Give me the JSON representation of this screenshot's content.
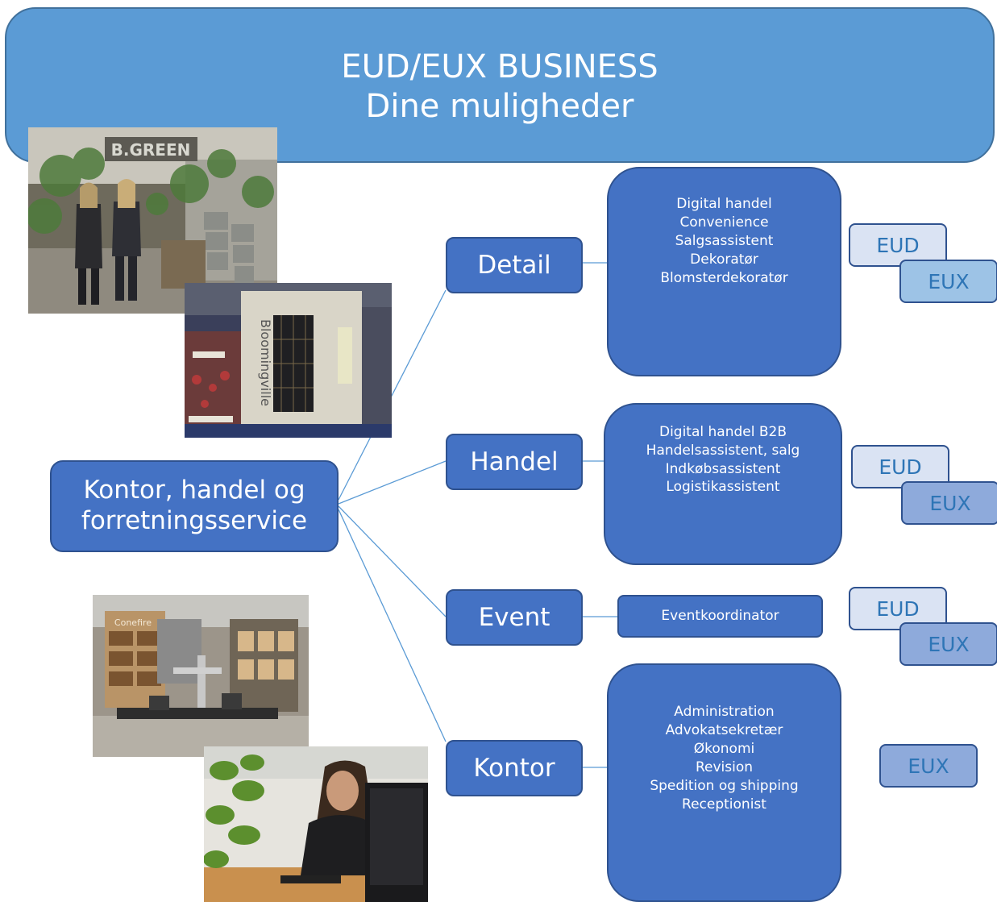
{
  "title": {
    "line1": "EUD/EUX BUSINESS",
    "line2": "Dine muligheder"
  },
  "root": {
    "line1": "Kontor, handel og",
    "line2": "forretningsservice"
  },
  "categories": [
    {
      "label": "Detail",
      "items": [
        "Digital handel",
        "Convenience",
        "Salgsassistent",
        "Dekoratør",
        "Blomsterdekoratør"
      ],
      "tags": [
        "EUD",
        "EUX"
      ]
    },
    {
      "label": "Handel",
      "items": [
        "Digital handel B2B",
        "Handelsassistent, salg",
        "Indkøbsassistent",
        "Logistikassistent"
      ],
      "tags": [
        "EUD",
        "EUX"
      ]
    },
    {
      "label": "Event",
      "items": [
        "Eventkoordinator"
      ],
      "tags": [
        "EUD",
        "EUX"
      ]
    },
    {
      "label": "Kontor",
      "items": [
        "Administration",
        "Advokatsekretær",
        "Økonomi",
        "Revision",
        "Spedition og shipping",
        "Receptionist"
      ],
      "tags": [
        "EUX"
      ]
    }
  ],
  "photos": {
    "photo1_sign": "B.GREEN",
    "photo2_sign": "Bloomingville",
    "photo3_sign": "Conefire"
  },
  "colors": {
    "banner": "#5b9bd5",
    "box": "#4472c4",
    "border": "#2f528f",
    "eud": "#dae3f3",
    "eux": "#8eaadb",
    "tag_text": "#2e75b6"
  }
}
